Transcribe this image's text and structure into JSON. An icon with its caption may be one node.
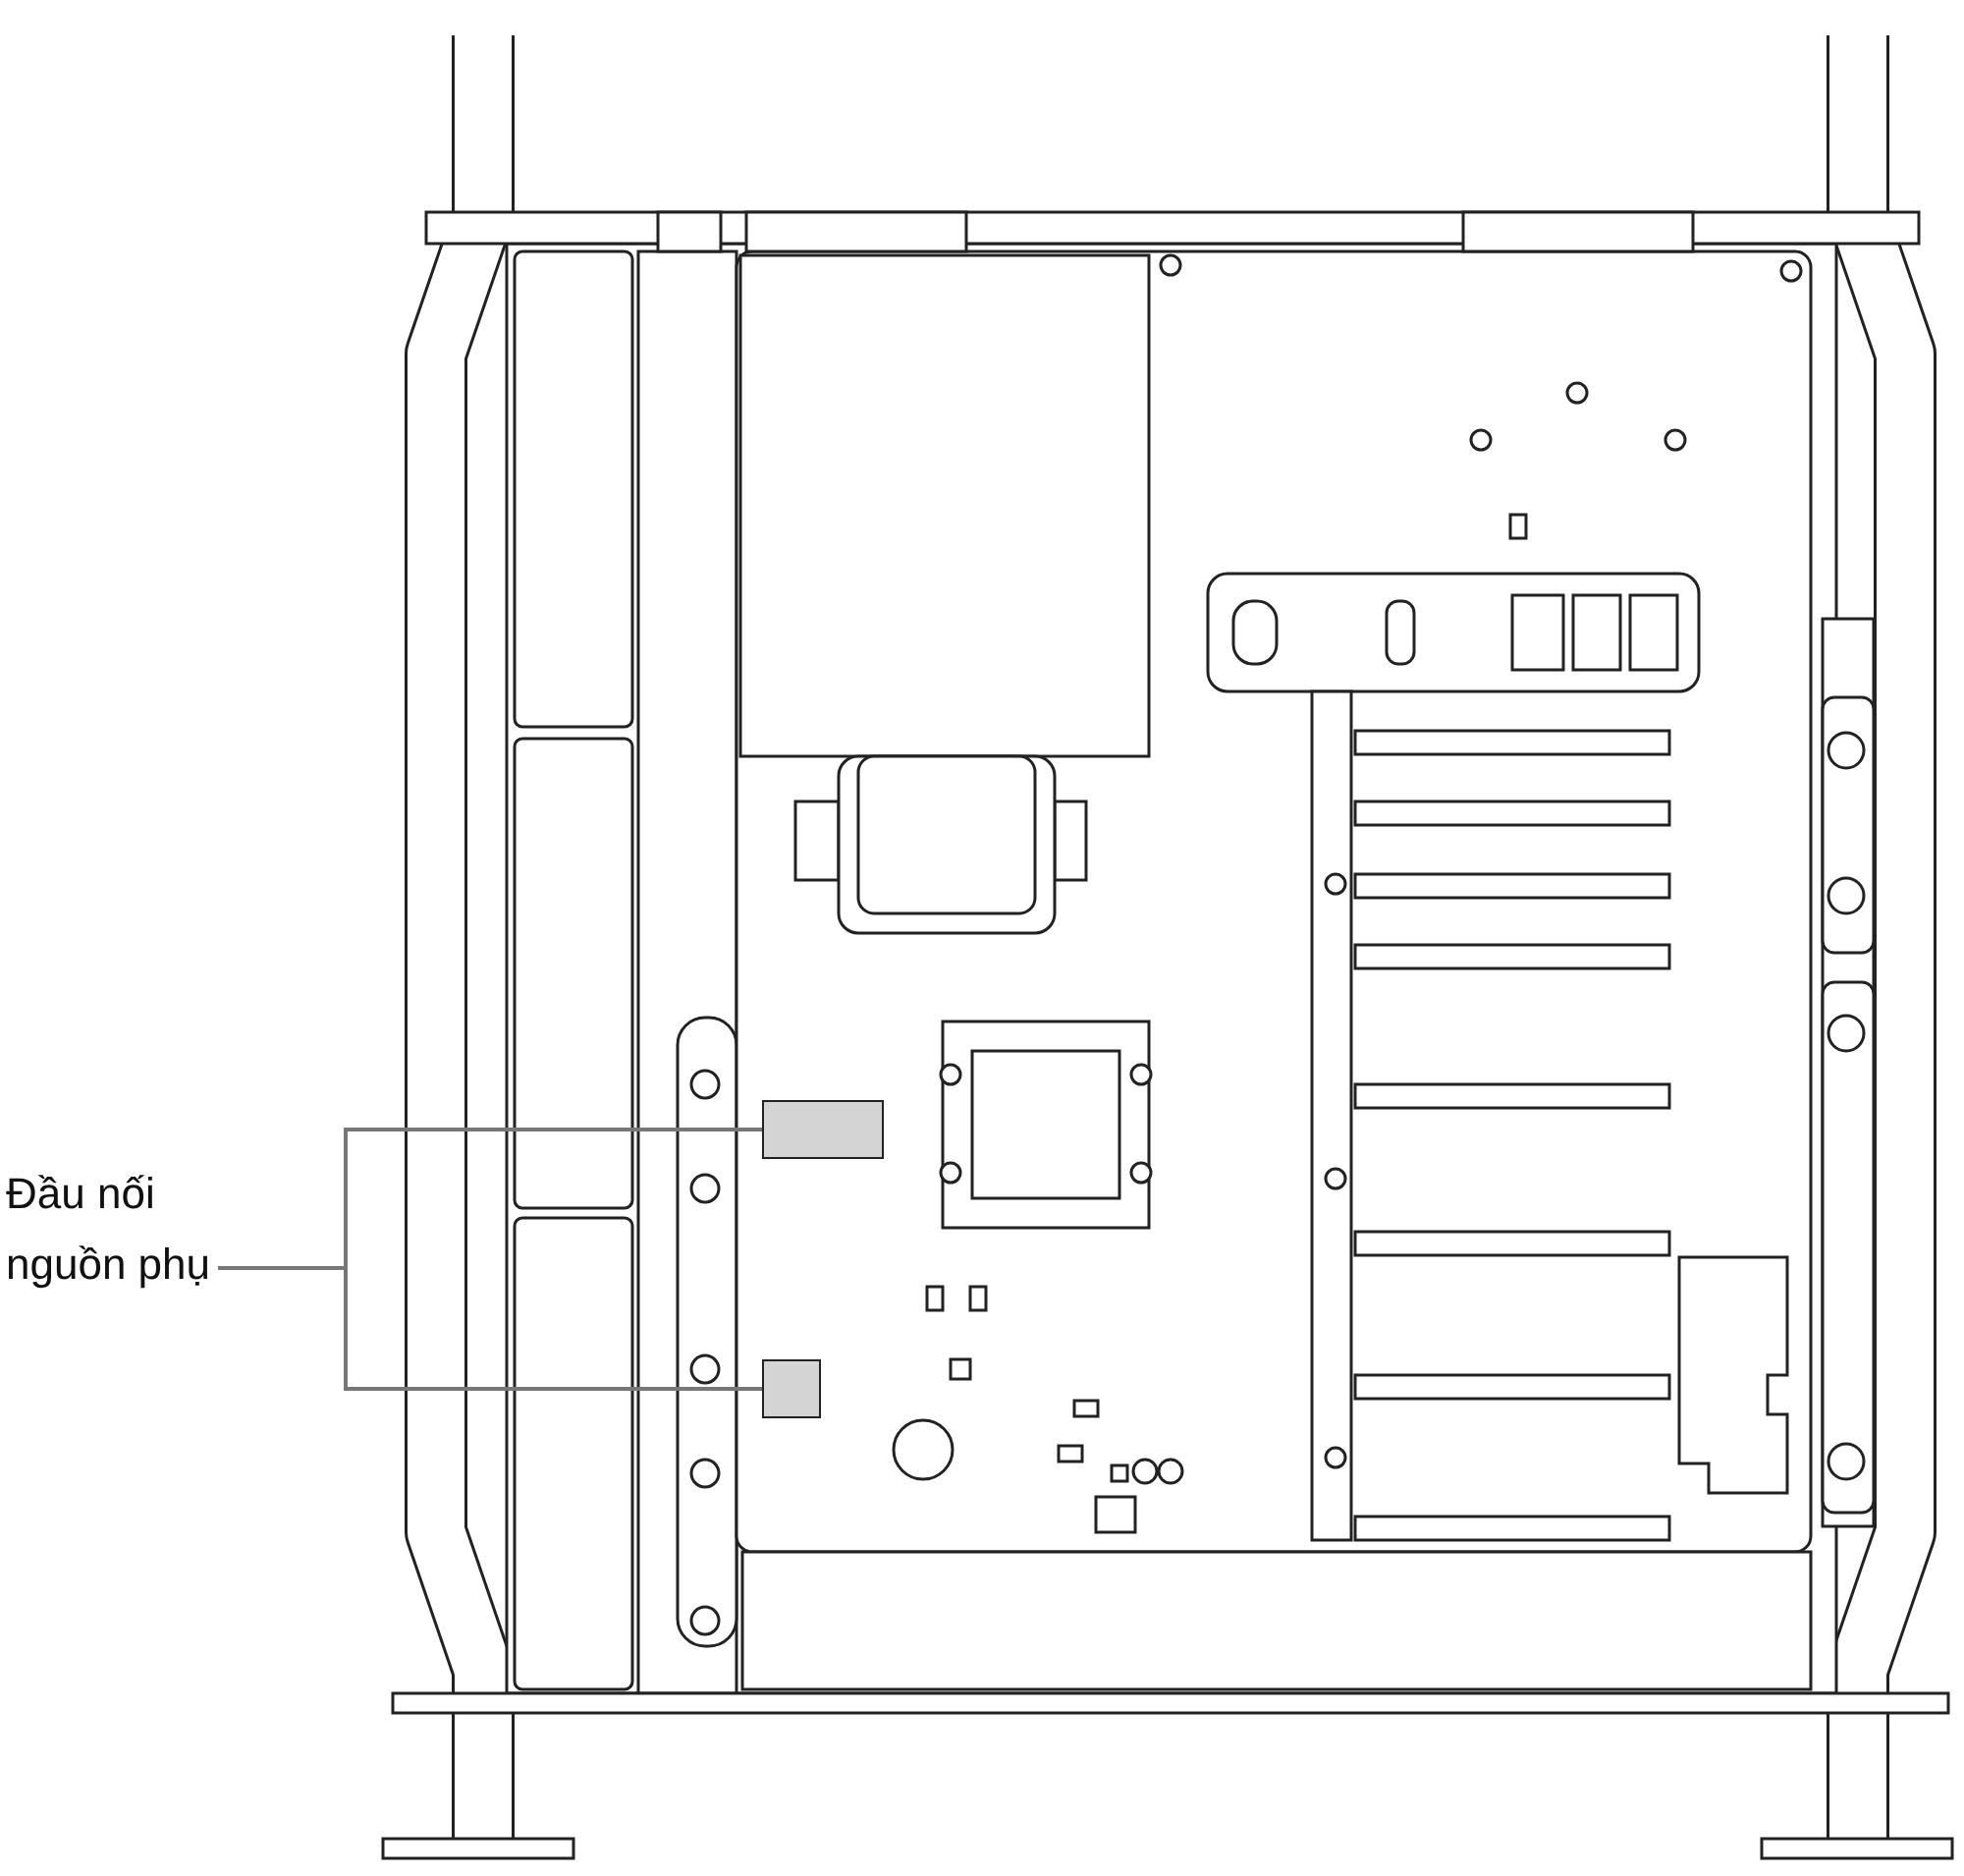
{
  "diagram": {
    "nodes": [
      {
        "text": [
          "Đầu nối nguồn phụ"
        ]
      },
      {
        "text": [],
        "shape": "box"
      },
      {
        "text": [],
        "shape": "box"
      }
    ],
    "edges": [
      {
        "from": 0,
        "to": 1,
        "arrow": "none"
      },
      {
        "from": 0,
        "to": 2,
        "arrow": "none"
      }
    ]
  }
}
